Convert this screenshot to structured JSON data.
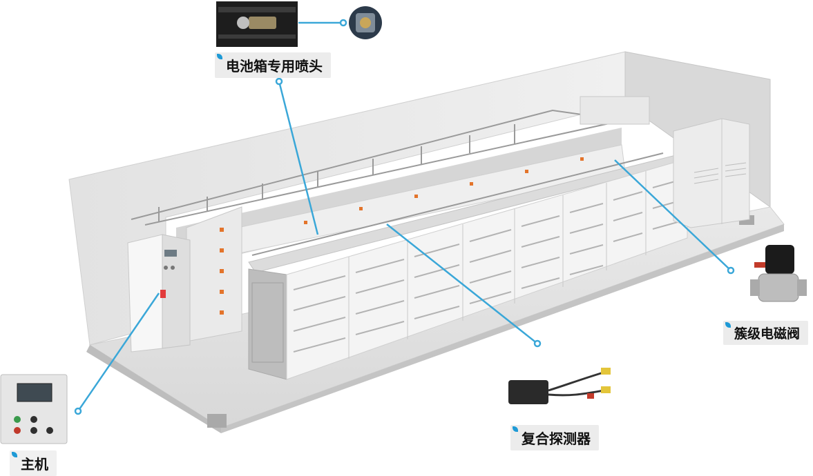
{
  "labels": {
    "nozzle": "电池箱专用喷头",
    "valve": "簇级电磁阀",
    "detector": "复合探测器",
    "host": "主机"
  },
  "colors": {
    "leader_line": "#3aa7d8",
    "container_wall": "#e6e6e6",
    "rack": "#f2f2f2"
  }
}
